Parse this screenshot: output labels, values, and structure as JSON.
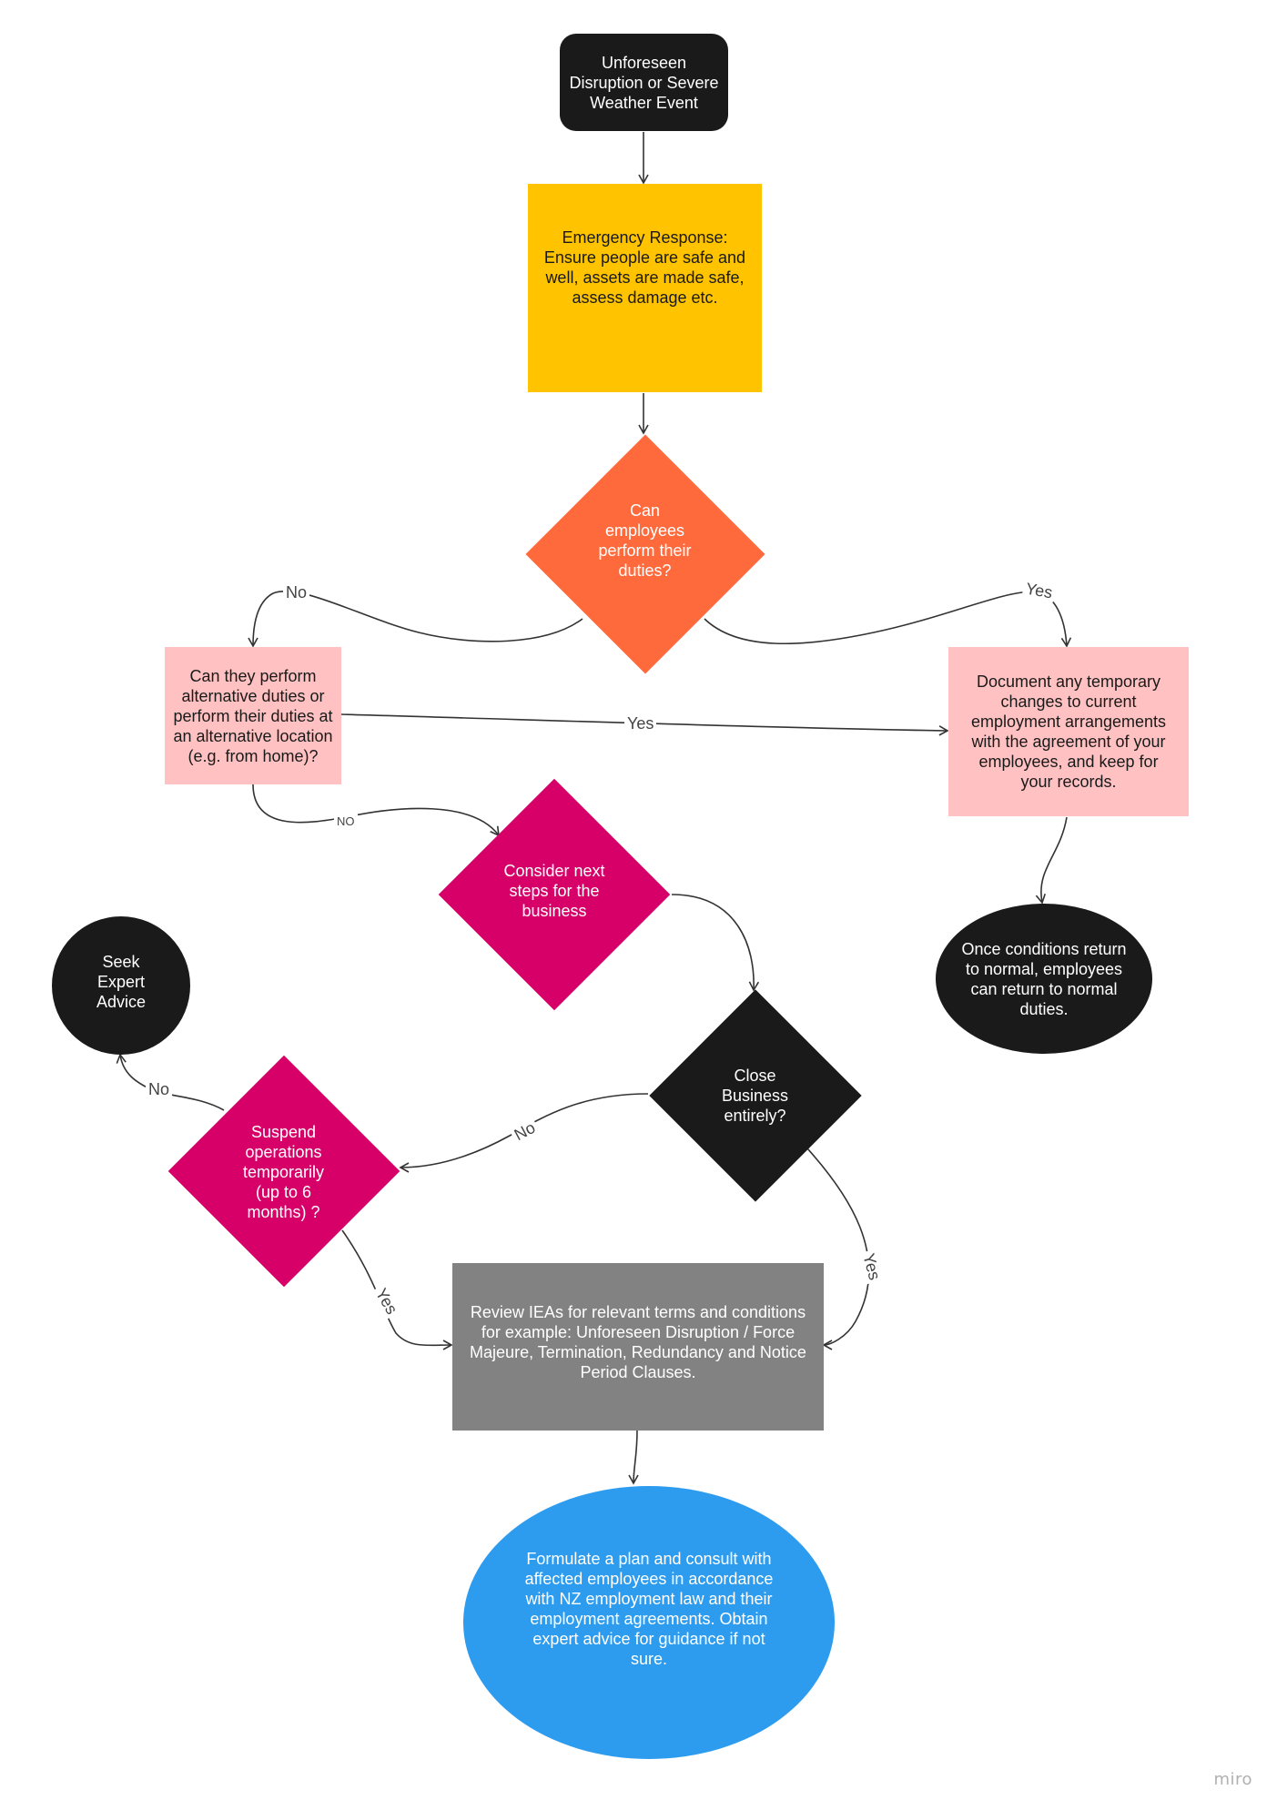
{
  "colors": {
    "start": "#1a1a1a",
    "emergency": "#ffc300",
    "can_perform": "#ff6a3d",
    "pink_box": "#ffc1c1",
    "magenta": "#d60068",
    "close": "#1a1a1a",
    "review": "#828282",
    "formulate": "#2d9cef",
    "seek": "#1a1a1a",
    "once": "#1a1a1a",
    "connector": "#333333"
  },
  "nodes": {
    "start": "Unforeseen Disruption or Severe Weather Event",
    "emergency": "Emergency Response: Ensure people are safe and well, assets are made safe, assess damage etc.",
    "can_perform": "Can employees perform their duties?",
    "alternative": "Can they perform alternative duties or perform their duties at an alternative location (e.g. from home)?",
    "document": "Document any temporary changes to current employment arrangements with the agreement of your employees, and keep for your records.",
    "consider": "Consider next steps for the business",
    "once": "Once conditions return to normal, employees can return to normal duties.",
    "seek": "Seek Expert Advice",
    "close": "Close Business entirely?",
    "suspend": "Suspend operations temporarily (up to 6 months) ?",
    "review": "Review IEAs for relevant terms and conditions for example: Unforeseen Disruption / Force Majeure, Termination, Redundancy and Notice Period Clauses.",
    "formulate": "Formulate a plan and consult with affected employees in accordance with NZ employment law and their employment agreements. Obtain expert advice for guidance if not sure."
  },
  "edge_labels": {
    "can_no": "No",
    "can_yes": "Yes",
    "alt_yes": "Yes",
    "alt_no": "NO",
    "close_no": "No",
    "close_yes": "Yes",
    "suspend_no": "No",
    "suspend_yes": "Yes"
  },
  "watermark": "miro"
}
